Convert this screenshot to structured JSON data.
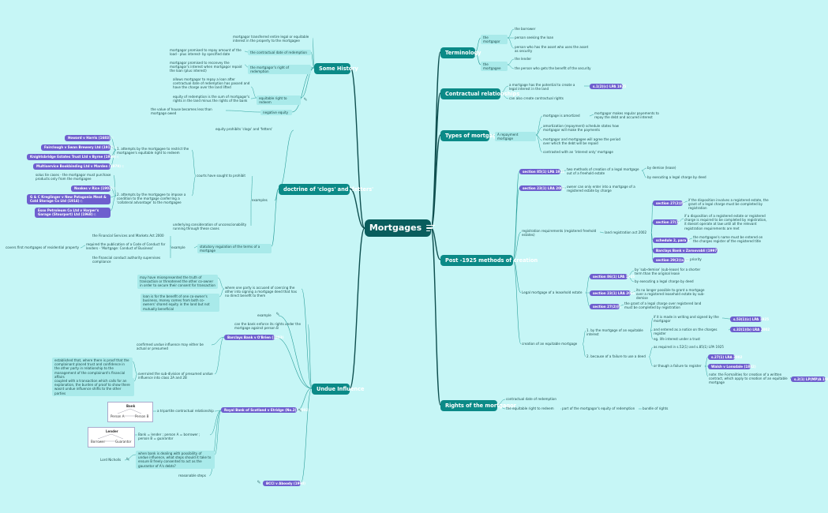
{
  "root": {
    "label": "Mortgages"
  },
  "branches": {
    "terminology": "Terminology",
    "contractual": "Contractual relationships",
    "types": "Types of mortgages",
    "post1925": "Post -1925 methods of creation",
    "rights": "Rights of the mortgagor",
    "history": "Some History",
    "clogs": "doctrine of 'clogs' and 'fetters'",
    "undue": "Undue Influence"
  },
  "terminology": {
    "mortgagor": "the mortgagor",
    "mortgagee": "the mortgagee",
    "borrower": "the borrower",
    "seeking_loan": "person seeking the loan",
    "has_asset": "person who has the asset who uses the asset as security",
    "lender": "the lender",
    "benefit": "the person who gets the benefit of the security"
  },
  "contractual": {
    "potential": "a mortgage has the potential to create a legal interest in the land",
    "lpa_ref": "s.1(2)(c) LPA 1925",
    "rights": "can also create contractual rights"
  },
  "types": {
    "repayment": "A repayment mortgage",
    "amortized": "mortgage is amortized",
    "regular_payments": "mortgagor makes regular payements to repay the debt and accured interest",
    "schedule": "amortization (repayment) schedule states how mortgagor will make the payments",
    "agree_period": "mortgagor and mortgagee will agree the period over which the debt will be repaid",
    "interest_only": "contrasted with an 'interest only' mortgage"
  },
  "post1925": {
    "s85": "section 85(1) LPA 1925",
    "two_methods": "two methods of creation of a legal mortgage out of a freehold estate",
    "demise": "by demise (lease)",
    "charge_deed": "by executing a legal charge by deed",
    "s23": "section 23(1) LRA 2002",
    "owner_can": "owner can only enter into a mortgage of a registered estate by charge",
    "reg_req": "registration requirements (registered freehold estates)",
    "lra": "land registration act 2002",
    "s27_2f": "section 27(2)(f)",
    "disposition": "if the disposition involves a registered estate, the grant of a legal charge must be completed by registration",
    "s27_1": "section 27(1)",
    "disposition_b": "if a disposition of a registered estate or registered charge is required to be completed by registration, it doesnt operate at law until all the relevant registration requirements are met",
    "sch2": "schedule 2, para 8",
    "proprietor": "the mortgagee's name must be entered on the charges register of the registered title",
    "barclays_z": "Barclays Bank v Zaroovabli (1997)",
    "s29_2a": "section 29(2)(a)(i)",
    "priority": "priority",
    "leasehold": "Legal mortgage of a leasehold estate",
    "s86": "section 86(1) LPA 1925",
    "sub_demise": "by 'sub-demise' (sub-lease) for a shorter term than the original lease",
    "legal_charge": "by executing a legal charge by deed",
    "s23_1b": "section 23(1) LRA 2002",
    "no_longer": "its no longer possible to grant a mortgage over a registered leasehold estate by sub-demise",
    "s27_2": "section 27(2)(f)",
    "grant_legal": "the grant of a legal charge over registered land must be completed by registration",
    "equitable": "creation of an equitable mortgage",
    "by_mortgage": "1. by the mortgage of an equitable interest",
    "if_writing": "if it is made in writing and signed by the mortgagor",
    "lpa53": "s.53(1)(c) LPA 1925",
    "entered": "and entered as a notice on the charges register",
    "lra32": "s.32(1)(b) LRA 2002",
    "life_interest": "eg. life interest under a trust",
    "failure": "2. because of a failure to use a deed",
    "as_req": "as required in s.52(1) and s.85(1) LPA 1925",
    "or_through": "or though a failure to register",
    "lra27": "s.27(1) LRA 2002",
    "walsh": "Walsh v Lonsdale (1882)",
    "note": "note: the Formalities for creation of a written contract, which apply to creation of an equitable mortgage",
    "lpmpa": "s.2(1) LP(MP)A 1989"
  },
  "rights": {
    "contractual_date": "contractual date of redemption",
    "equitable_right": "the equitable right to redeem",
    "part_of": "part of the mortgagor's equity of redemption",
    "bundle": "bundle of rights"
  },
  "history": {
    "transferred": "mortgagor transferred entire legal or equitable interest in the property to the mortgagee",
    "promised": "mortgagor promised to repay amount of the load - plus interest- by specified date",
    "contract_date": "the contractual date of redemption",
    "reconvey": "mortgagor promised to reconvey the mortgagor's interest when mortgagor repaid the loan (plus interest)",
    "right_redemption": "the mortgagor's right of redemption",
    "allows": "allows mortgagor to repay a loan after contractual date of redemption has passed and have the charge over the land lifted",
    "equitable_right": "equitable right to redeem",
    "equity_of": "equity of redemption is the sum of mortgagor's rights in the land minus the rights of the bank",
    "negative": "negative equity",
    "value_less": "the value of house becomes less than mortgage owed"
  },
  "clogs": {
    "equity_prohibits": "equity prohibits 'clogs' and 'fetters'",
    "attempts": "1. attempts by the mortgagee to restrict the mortgagee's equitable right to redeem",
    "howard": "Howard v Harris (1683)",
    "fairclough": "Fairclough v Swan Brewery Ltd (1912)",
    "knightsbridge": "Knightsbridge Estates Trust Ltd v Byrne (1939)",
    "multiservice": "Multiservice Bookbinding Ltd v Marden (1979)",
    "courts": "courts have sought to prohibit",
    "solus": "solus tie cases - the mortgagor must purchase products only from the mortgagee",
    "noakes": "Noakes v Rice (1902)",
    "kreglinger": "G & C Kreglinger v New Patagonia Meat & Cold Storage Co Ltd (1914)",
    "esso": "Esso Petroleum Co Ltd v Harper's Garage (Stourport) Ltd (1968)",
    "collateral": "2. attempts by the mortgagee to impose a condition to the mortgage conferring a 'collateral advantage' to the mortgagee",
    "examples": "examples",
    "underlying": "underlying consideration of unconscionability running through these cases",
    "fsma": "the Financial Services and Markets Act 2000",
    "required_pub": "required the publication of a Code of Conduct for lenders - 'Mortgage: Conduct of Business'",
    "covers": "covers first mortgages of residential property",
    "example": "example",
    "fca": "the financial conduct authority supervises compliance",
    "statutory": "statutory regulation of the terms of a mortgage"
  },
  "undue": {
    "misrep": "may have misrepresented the truth of transaction or threatened the other co-owner in order to secure their consent for transaction",
    "loan_benefit": "loan is for the benefit of one co-owner's business, money comes from both co-owners' shared equity in the land but not mutually beneficial",
    "where_one": "where one party is accused of coercing the other into signing a mortgage deed that has no direct benefit to them",
    "example": "example",
    "can_bank": "can the bank enforce its rights under the mortgage against person B",
    "obrien": "Barclays Bank v O'Brien (1993)",
    "confirmed": "confirmed undue influence may either be actual or presumed",
    "established": "established that, where there is proof that the complainant placed trust and confidence in the other party in relationship to the management of the complainant's financial affairs",
    "coupled": "coupled with a transaction which calls for an explanation, the burden of proof to show there wasnt undue influence shifts to the other parties",
    "overruled": "overruled the sub-division of presumed undue influence into class 2A and 2B",
    "tripartite": "a tripartite contractual relationship",
    "etridge": "Royal Bank of Scotland v Etridge (No.2) (2002)",
    "bank_lender": "Bank = lender ; person A = borrower ; person B = guarantor",
    "lord_nicholls": "Lord Nicholls",
    "when_bank": "when bank is dealing with possibility of undue influence, what steps should it take to ensure B freely consented to act as the gaurantor of A's debts?",
    "reasonable": "reasonable steps",
    "bcci": "BCCI v Aboody (1990)",
    "diag1": {
      "title": "Bank",
      "a": "Person A",
      "b": "Person B"
    },
    "diag2": {
      "title": "Lender",
      "a": "Borrower",
      "b": "Guarantor"
    }
  },
  "colors": {
    "background": "#c6f6f6",
    "root": "#0a5d5d",
    "branch": "#0b8a87",
    "reference": "#6e5fce",
    "box": "#a9eaea",
    "line": "#0e4f4f",
    "thin_line": "#2b9e9a"
  }
}
